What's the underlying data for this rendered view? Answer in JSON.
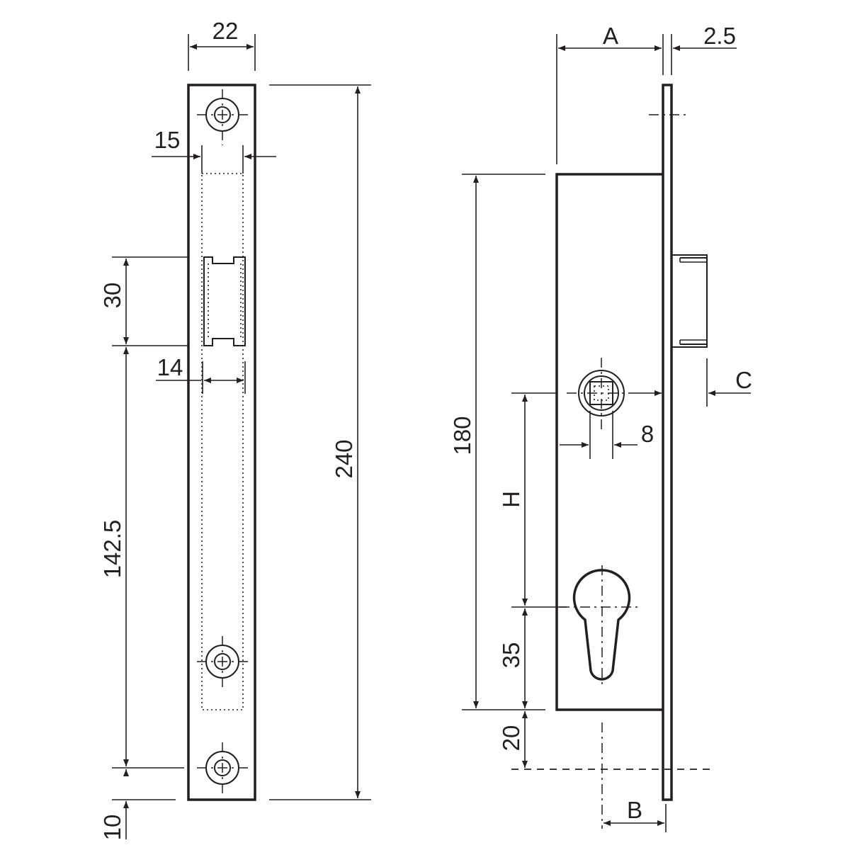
{
  "front_view": {
    "dims": {
      "width": "22",
      "offset": "15",
      "latch_height": "30",
      "latch_width": "14",
      "mid_span": "142.5",
      "bottom_gap": "10",
      "total_height": "240"
    }
  },
  "side_view": {
    "dims": {
      "depth": "A",
      "faceplate": "2.5",
      "case_height": "180",
      "handle_offset": "C",
      "spindle": "8",
      "handle_to_cylinder": "H",
      "cylinder": "35",
      "bottom": "20",
      "backset": "B"
    }
  }
}
